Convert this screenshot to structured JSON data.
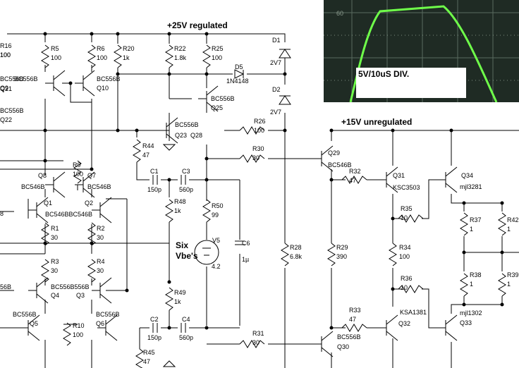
{
  "rails": {
    "pos25": "+25V regulated",
    "pos15": "+15V unregulated"
  },
  "note": {
    "six": "Six",
    "vbes": "Vbe's"
  },
  "scope": {
    "caption": "5V/10uS DIV.",
    "trace_color": "#6fff4a",
    "bg_color": "#1f2b24"
  },
  "resistors": [
    {
      "ref": "R16",
      "val": "100"
    },
    {
      "ref": "R5",
      "val": "100"
    },
    {
      "ref": "R6",
      "val": "100"
    },
    {
      "ref": "R20",
      "val": "1k"
    },
    {
      "ref": "R22",
      "val": "1.8k"
    },
    {
      "ref": "R25",
      "val": "100"
    },
    {
      "ref": "R26",
      "val": "100"
    },
    {
      "ref": "R30",
      "val": "30"
    },
    {
      "ref": "R44",
      "val": "47"
    },
    {
      "ref": "R9",
      "val": "100"
    },
    {
      "ref": "R48",
      "val": "1k"
    },
    {
      "ref": "R50",
      "val": "99"
    },
    {
      "ref": "R1",
      "val": "30"
    },
    {
      "ref": "R2",
      "val": "30"
    },
    {
      "ref": "R3",
      "val": "30"
    },
    {
      "ref": "R4",
      "val": "30"
    },
    {
      "ref": "R10",
      "val": "100"
    },
    {
      "ref": "R49",
      "val": "1k"
    },
    {
      "ref": "R45",
      "val": "47"
    },
    {
      "ref": "R31",
      "val": "30"
    },
    {
      "ref": "R28",
      "val": "6.8k"
    },
    {
      "ref": "R29",
      "val": "390"
    },
    {
      "ref": "R32",
      "val": "47"
    },
    {
      "ref": "R33",
      "val": "47"
    },
    {
      "ref": "R35",
      "val": "10"
    },
    {
      "ref": "R34",
      "val": "100"
    },
    {
      "ref": "R36",
      "val": "10"
    },
    {
      "ref": "R37",
      "val": "1"
    },
    {
      "ref": "R42",
      "val": "1"
    },
    {
      "ref": "R38",
      "val": "1"
    },
    {
      "ref": "R39",
      "val": "1"
    }
  ],
  "capacitors": [
    {
      "ref": "C1",
      "val": "150p"
    },
    {
      "ref": "C3",
      "val": "560p"
    },
    {
      "ref": "C6",
      "val": "1µ"
    },
    {
      "ref": "C2",
      "val": "150p"
    },
    {
      "ref": "C4",
      "val": "560p"
    }
  ],
  "diodes": [
    {
      "ref": "D1",
      "val": "2V7"
    },
    {
      "ref": "D2",
      "val": "2V7"
    },
    {
      "ref": "D5",
      "val": "1N4148"
    }
  ],
  "source": {
    "ref": "V5",
    "val": "4.2"
  },
  "transistors": [
    {
      "ref": "Q9",
      "type": "BC556B"
    },
    {
      "ref": "Q10",
      "type": "BC556B"
    },
    {
      "ref": "Q21",
      "type": "BC556B"
    },
    {
      "ref": "Q22",
      "type": "BC556B"
    },
    {
      "ref": "Q8",
      "type": "BC546B"
    },
    {
      "ref": "Q7",
      "type": "BC546B"
    },
    {
      "ref": "Q1",
      "type": "BC546B"
    },
    {
      "ref": "Q2",
      "type": "BC546B"
    },
    {
      "ref": "Q4",
      "type": "BC556B"
    },
    {
      "ref": "Q3",
      "type": "BC556B"
    },
    {
      "ref": "Q5",
      "type": "BC556B"
    },
    {
      "ref": "Q6",
      "type": "BC556B"
    },
    {
      "ref": "Q23",
      "type": "BC556B"
    },
    {
      "ref": "Q28",
      "type": ""
    },
    {
      "ref": "Q25",
      "type": "BC556B"
    },
    {
      "ref": "Q29",
      "type": "BC546B"
    },
    {
      "ref": "Q30",
      "type": "BC556B"
    },
    {
      "ref": "Q31",
      "type": "KSC3503"
    },
    {
      "ref": "Q32",
      "type": "KSA1381"
    },
    {
      "ref": "Q34",
      "type": "mjl3281"
    },
    {
      "ref": "Q33",
      "type": "mjl1302"
    }
  ],
  "misc_labels": {
    "pair_top": "BC546BBC546B",
    "pair_bottom": "BC556B556B",
    "q9_prefix": "BC556B",
    "q21_label": "BC556B",
    "q23q28": "Q23 Q28",
    "left_8": "8",
    "left_6b": "56B"
  }
}
